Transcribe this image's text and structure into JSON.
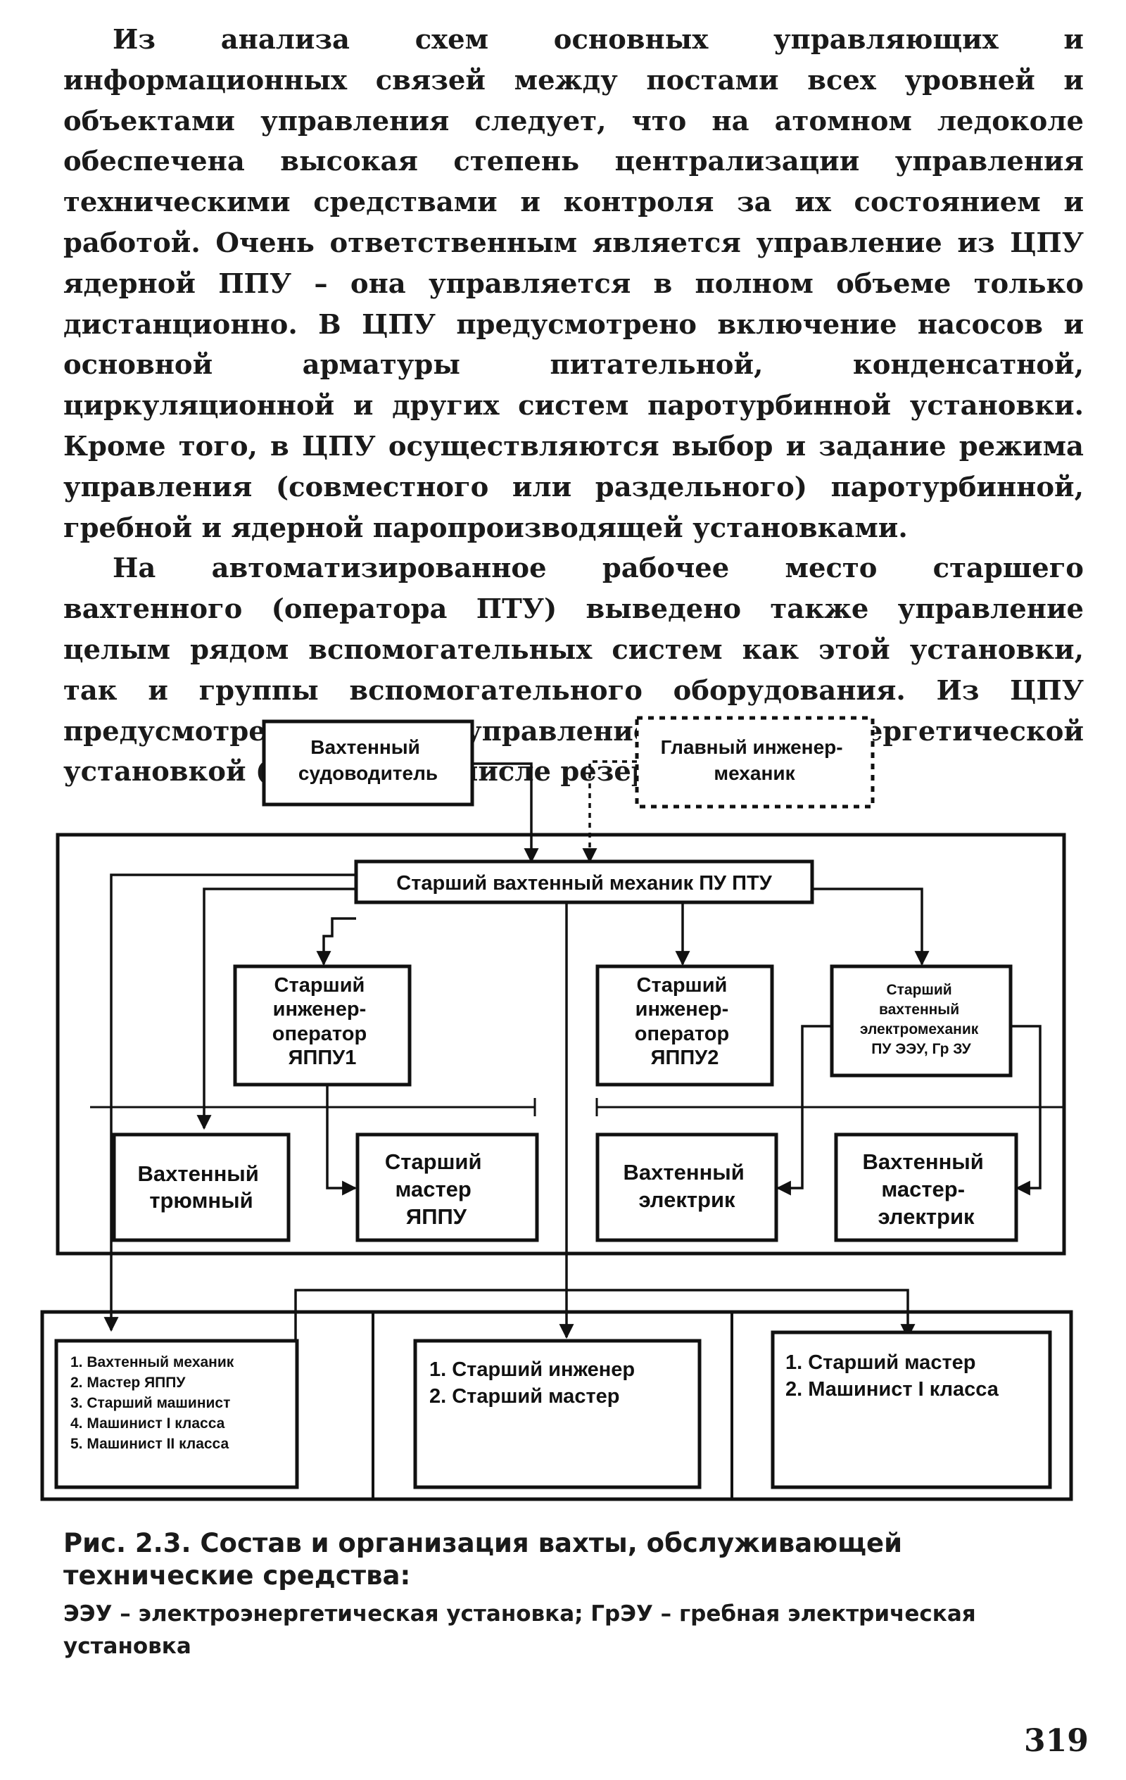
{
  "paragraphs": [
    "Из анализа схем основных управляющих и информационных связей между постами всех уровней и объектами управления следует, что на атомном ледоколе обеспечена высокая степень централизации управления техническими средствами и контроля за их состоянием и работой. Очень ответственным является управление из ЦПУ ядерной ППУ – она управляется в полном объеме только дистанционно. В ЦПУ предусмотрено включение насосов и основной арматуры питательной, конденсатной, циркуляционной и других систем паротурбинной установки. Кроме того, в ЦПУ осуществляются выбор и задание режима управления (совместного или раздельного) паротурбинной, гребной и ядерной паропроизводящей установками.",
    "На автоматизированное рабочее место старшего вахтенного (оператора ПТУ) выведено также управление целым рядом вспомогательных систем как этой установки, так и группы вспомогательного оборудования. Из ЦПУ предусмотрено полное управление главной энергетической установкой (ГЭУ), в том числе резервное"
  ],
  "diagram": {
    "top_left": [
      "Вахтенный",
      "судоводитель"
    ],
    "top_right": [
      "Главный инженер-",
      "механик"
    ],
    "center": "Старший вахтенный механик ПУ ПТУ",
    "op1": [
      "Старший",
      "инженер-",
      "оператор",
      "ЯППУ1"
    ],
    "op2": [
      "Старший",
      "инженер-",
      "оператор",
      "ЯППУ2"
    ],
    "elec_mech": [
      "Старший",
      "вахтенный",
      "электромеханик",
      "ПУ ЭЭУ, Гр ЗУ"
    ],
    "hold": [
      "Вахтенный",
      "трюмный"
    ],
    "master": [
      "Старший",
      "мастер",
      "ЯППУ"
    ],
    "electrician": [
      "Вахтенный",
      "электрик"
    ],
    "master_elec": [
      "Вахтенный",
      "мастер-",
      "электрик"
    ],
    "list1": [
      "1. Вахтенный механик",
      "2. Мастер ЯППУ",
      "3. Старший машинист",
      "4. Машинист I класса",
      "5. Машинист II класса"
    ],
    "list2": [
      "1. Старший инженер",
      "2. Старший мастер"
    ],
    "list3": [
      "1. Старший мастер",
      "2. Машинист I класса"
    ]
  },
  "caption": {
    "main": "Рис. 2.3. Состав и организация вахты, обслуживающей технические средства:",
    "note": "ЭЭУ – электроэнергетическая установка; ГрЭУ – гребная электрическая установка"
  },
  "page_number": "319"
}
